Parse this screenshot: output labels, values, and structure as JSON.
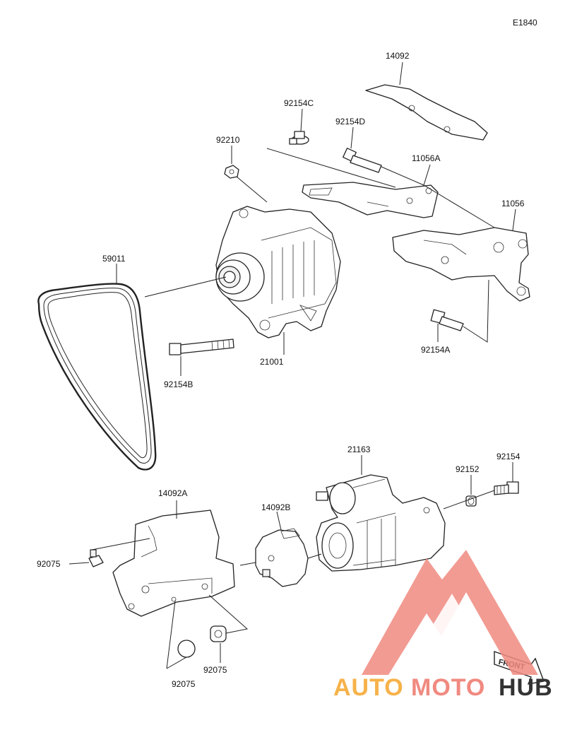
{
  "diagram_code": "E1840",
  "labels": {
    "p14092": "14092",
    "p92154C": "92154C",
    "p92154D": "92154D",
    "p92210": "92210",
    "p11056A": "11056A",
    "p11056": "11056",
    "p59011": "59011",
    "p21001": "21001",
    "p92154B": "92154B",
    "p92154A": "92154A",
    "p21163": "21163",
    "p92152": "92152",
    "p92154": "92154",
    "p14092A": "14092A",
    "p14092B": "14092B",
    "p92075a": "92075",
    "p92075b": "92075",
    "p92075c": "92075"
  },
  "front_marker": "FRONT",
  "watermark": {
    "word_auto": "AUTO",
    "word_moto": "MOTO",
    "word_hub": "HUB",
    "color_primary": "#f08a80",
    "color_orange": "#f6b24a",
    "color_dark": "#333333"
  }
}
